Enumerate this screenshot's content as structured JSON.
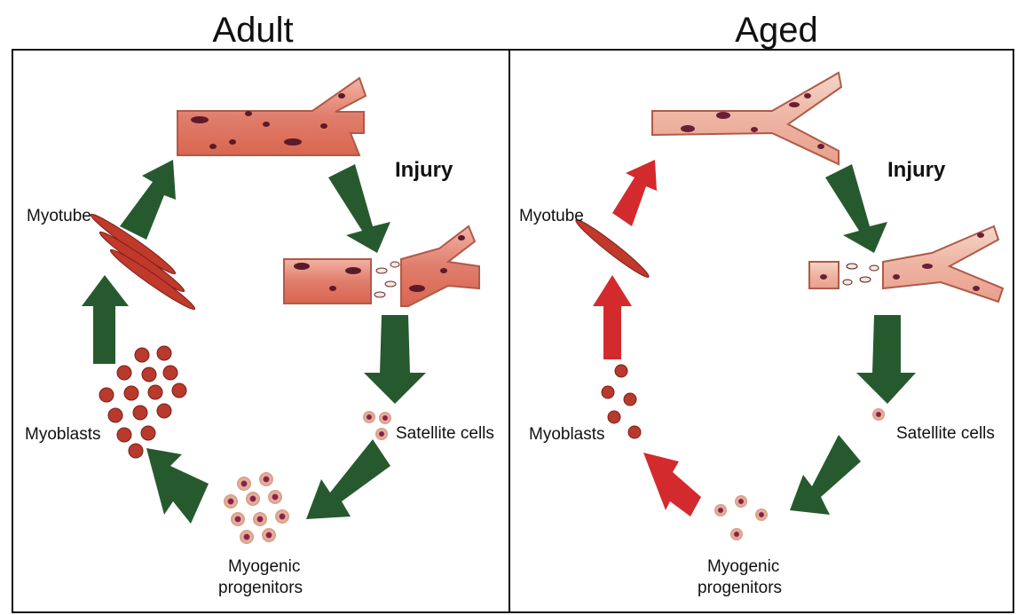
{
  "titles": {
    "adult": "Adult",
    "aged": "Aged"
  },
  "adult": {
    "injury": "Injury",
    "satellite": "Satellite cells",
    "progenitors_line1": "Myogenic",
    "progenitors_line2": "progenitors",
    "myoblasts": "Myoblasts",
    "myotube": "Myotube"
  },
  "aged": {
    "injury": "Injury",
    "satellite": "Satellite cells",
    "progenitors_line1": "Myogenic",
    "progenitors_line2": "progenitors",
    "myoblasts": "Myoblasts",
    "myotube": "Myotube"
  },
  "colors": {
    "arrow_green": "#265a2e",
    "arrow_red": "#d32a2e",
    "fiber": "#e08a7a",
    "nucleus": "#7a1f35"
  }
}
